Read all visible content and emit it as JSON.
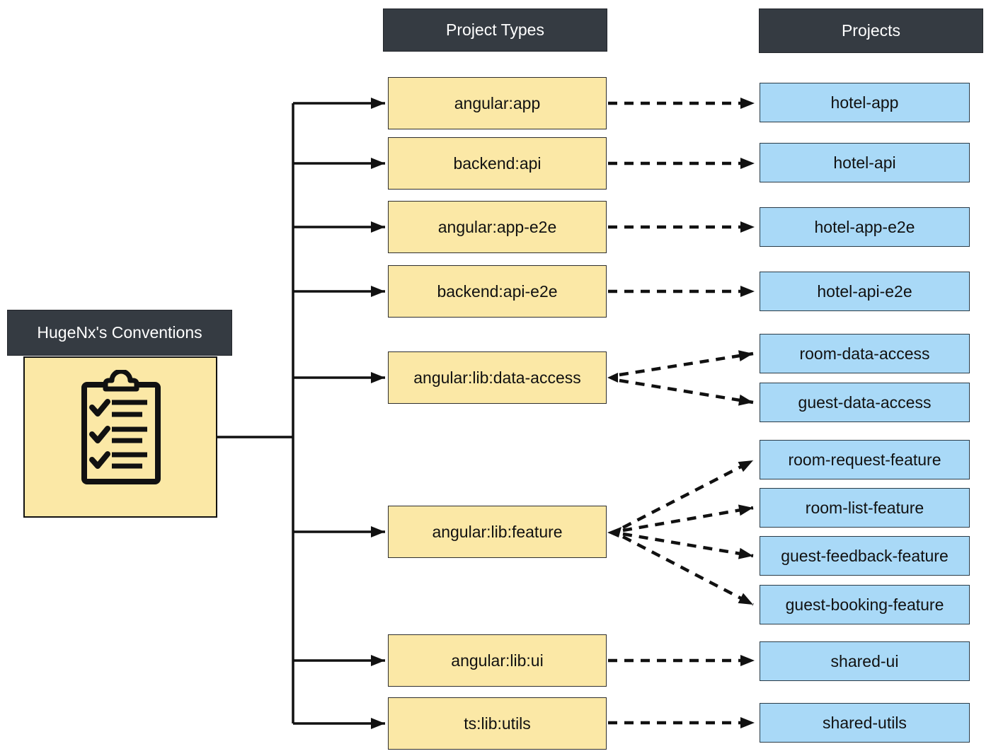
{
  "diagram": {
    "conventions": {
      "title": "HugeNx's Conventions",
      "icon": "checklist-clipboard-icon"
    },
    "columns": {
      "types_header": "Project Types",
      "projects_header": "Projects"
    },
    "type_nodes": [
      {
        "label": "angular:app"
      },
      {
        "label": "backend:api"
      },
      {
        "label": "angular:app-e2e"
      },
      {
        "label": "backend:api-e2e"
      },
      {
        "label": "angular:lib:data-access"
      },
      {
        "label": "angular:lib:feature"
      },
      {
        "label": "angular:lib:ui"
      },
      {
        "label": "ts:lib:utils"
      }
    ],
    "project_nodes": [
      {
        "label": "hotel-app"
      },
      {
        "label": "hotel-api"
      },
      {
        "label": "hotel-app-e2e"
      },
      {
        "label": "hotel-api-e2e"
      },
      {
        "label": "room-data-access"
      },
      {
        "label": "guest-data-access"
      },
      {
        "label": "room-request-feature"
      },
      {
        "label": "room-list-feature"
      },
      {
        "label": "guest-feedback-feature"
      },
      {
        "label": "guest-booking-feature"
      },
      {
        "label": "shared-ui"
      },
      {
        "label": "shared-utils"
      }
    ],
    "edges": [
      {
        "from": "angular:app",
        "to": [
          "hotel-app"
        ],
        "style": "dashed"
      },
      {
        "from": "backend:api",
        "to": [
          "hotel-api"
        ],
        "style": "dashed"
      },
      {
        "from": "angular:app-e2e",
        "to": [
          "hotel-app-e2e"
        ],
        "style": "dashed"
      },
      {
        "from": "backend:api-e2e",
        "to": [
          "hotel-api-e2e"
        ],
        "style": "dashed"
      },
      {
        "from": "angular:lib:data-access",
        "to": [
          "room-data-access",
          "guest-data-access"
        ],
        "style": "dashed"
      },
      {
        "from": "angular:lib:feature",
        "to": [
          "room-request-feature",
          "room-list-feature",
          "guest-feedback-feature",
          "guest-booking-feature"
        ],
        "style": "dashed"
      },
      {
        "from": "angular:lib:ui",
        "to": [
          "shared-ui"
        ],
        "style": "dashed"
      },
      {
        "from": "ts:lib:utils",
        "to": [
          "shared-utils"
        ],
        "style": "dashed"
      },
      {
        "from": "HugeNx's Conventions",
        "to": [
          "angular:app",
          "backend:api",
          "angular:app-e2e",
          "backend:api-e2e",
          "angular:lib:data-access",
          "angular:lib:feature",
          "angular:lib:ui",
          "ts:lib:utils"
        ],
        "style": "solid"
      }
    ],
    "colors": {
      "header_bg": "#353B42",
      "header_text": "#FFFFFF",
      "type_node_fill": "#FBE8A6",
      "project_node_fill": "#A9D9F7",
      "connector": "#111111",
      "background": "#FFFFFF"
    }
  }
}
